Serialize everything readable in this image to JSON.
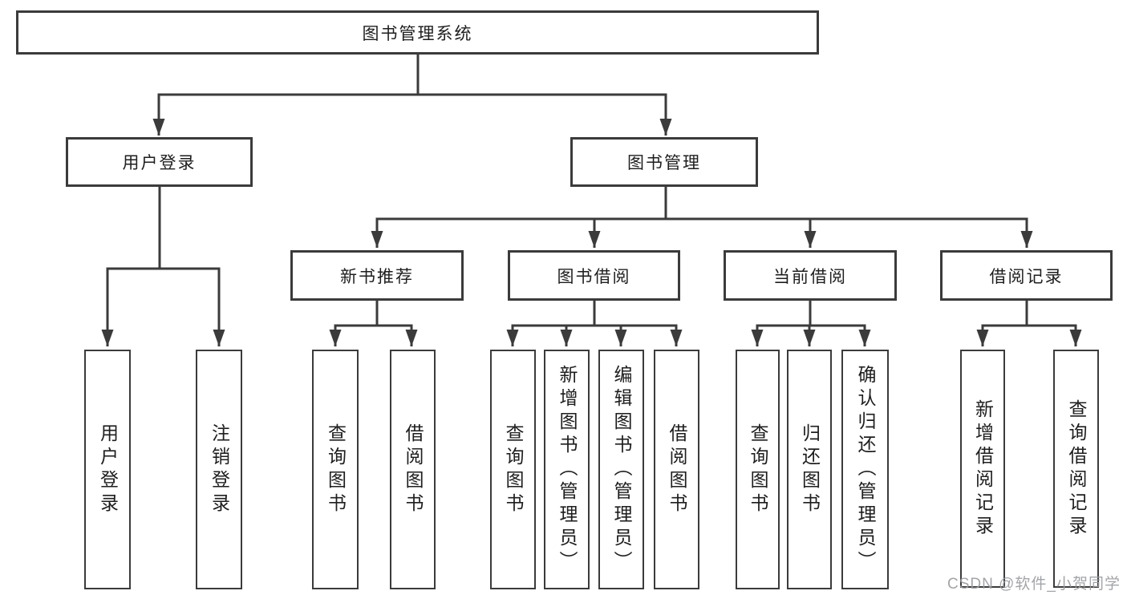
{
  "diagram": {
    "root": {
      "label": "图书管理系统"
    },
    "branches": [
      {
        "label": "用户登录",
        "children": [
          {
            "label": "用户登录"
          },
          {
            "label": "注销登录"
          }
        ]
      },
      {
        "label": "图书管理",
        "children": [
          {
            "label": "新书推荐",
            "children": [
              {
                "label": "查询图书"
              },
              {
                "label": "借阅图书"
              }
            ]
          },
          {
            "label": "图书借阅",
            "children": [
              {
                "label": "查询图书"
              },
              {
                "label": "新增图书（管理员）"
              },
              {
                "label": "编辑图书（管理员）"
              },
              {
                "label": "借阅图书"
              }
            ]
          },
          {
            "label": "当前借阅",
            "children": [
              {
                "label": "查询图书"
              },
              {
                "label": "归还图书"
              },
              {
                "label": "确认归还（管理员）"
              }
            ]
          },
          {
            "label": "借阅记录",
            "children": [
              {
                "label": "新增借阅记录"
              },
              {
                "label": "查询借阅记录"
              }
            ]
          }
        ]
      }
    ],
    "watermark": "CSDN @软件_小贺同学",
    "colors": {
      "line": "#3b3b3b",
      "box_border": "#3b3b3b",
      "box_fill": "#ffffff",
      "text": "#1e1e1e",
      "watermark": "#9b9da1",
      "background": "#ffffff"
    }
  }
}
